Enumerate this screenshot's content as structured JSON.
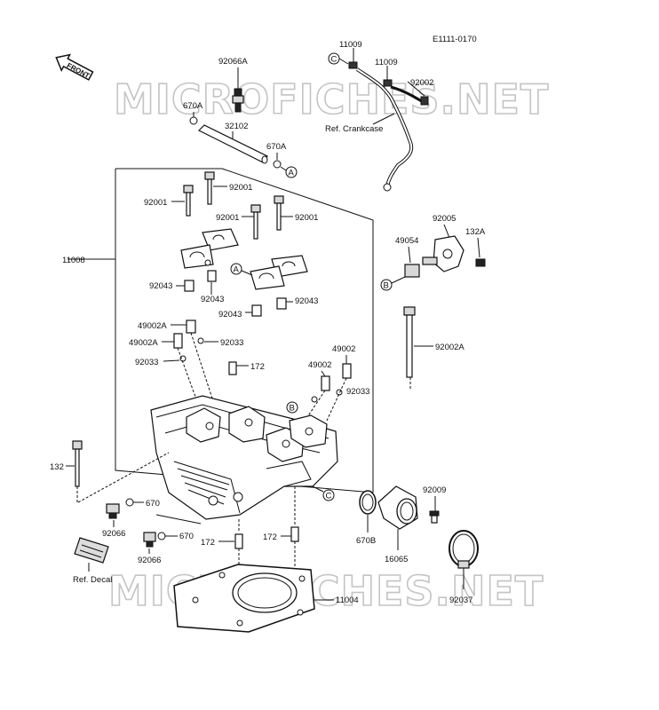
{
  "diagram_code": "E1111-0170",
  "watermark": "MICROFICHES.NET",
  "front_label": "FRONT",
  "callouts": {
    "A": "A",
    "B": "B",
    "C": "C"
  },
  "parts": {
    "p11009_a": "11009",
    "p11009_b": "11009",
    "p92002": "92002",
    "p92066A": "92066A",
    "p670A_a": "670A",
    "p32102": "32102",
    "p670A_b": "670A",
    "ref_crankcase": "Ref. Crankcase",
    "p92001_a": "92001",
    "p92001_b": "92001",
    "p92001_c": "92001",
    "p92001_d": "92001",
    "p11008": "11008",
    "p92043_a": "92043",
    "p92043_b": "92043",
    "p92043_c": "92043",
    "p92043_d": "92043",
    "p92005": "92005",
    "p49054": "49054",
    "p132A": "132A",
    "p49002A_a": "49002A",
    "p49002A_b": "49002A",
    "p92033_a": "92033",
    "p92033_b": "92033",
    "p92033_c": "92033",
    "p172_a": "172",
    "p49002_a": "49002",
    "p49002_b": "49002",
    "p92002A": "92002A",
    "p132": "132",
    "p670_a": "670",
    "p92066_a": "92066",
    "p670_b": "670",
    "p92066_b": "92066",
    "ref_decal": "Ref. Decal",
    "p172_b": "172",
    "p172_c": "172",
    "p92009": "92009",
    "p670B": "670B",
    "p16065": "16065",
    "p11004": "11004",
    "p92037": "92037"
  }
}
